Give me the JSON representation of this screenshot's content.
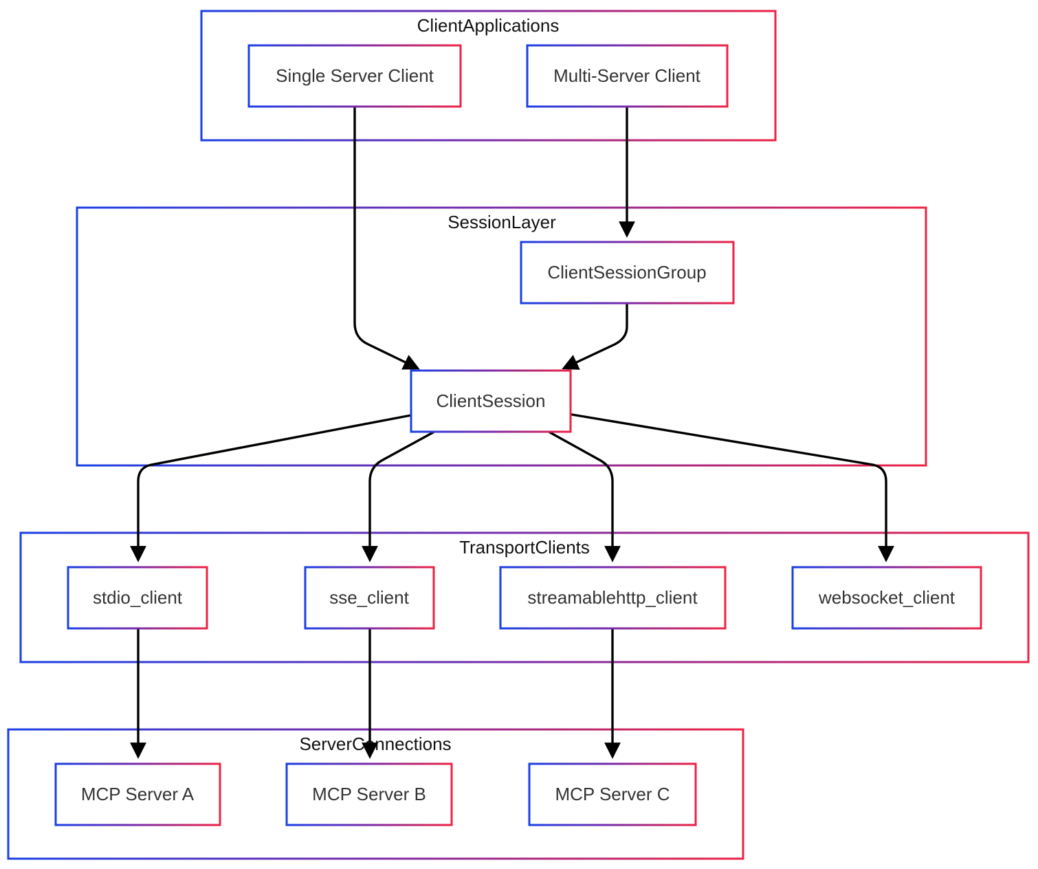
{
  "colors": {
    "border_start": "#1a3fe6",
    "border_mid": "#7a2aa8",
    "border_end": "#ee2244",
    "edge": "#000000",
    "group_title_text": "#111111",
    "node_text": "#333333",
    "background": "#ffffff"
  },
  "groups": {
    "client_applications": {
      "title": "ClientApplications"
    },
    "session_layer": {
      "title": "SessionLayer"
    },
    "transport_clients": {
      "title": "TransportClients"
    },
    "server_connections": {
      "title": "ServerConnections"
    }
  },
  "nodes": {
    "single_server_client": {
      "label": "Single Server Client"
    },
    "multi_server_client": {
      "label": "Multi-Server Client"
    },
    "client_session_group": {
      "label": "ClientSessionGroup"
    },
    "client_session": {
      "label": "ClientSession"
    },
    "stdio_client": {
      "label": "stdio_client"
    },
    "sse_client": {
      "label": "sse_client"
    },
    "streamablehttp_client": {
      "label": "streamablehttp_client"
    },
    "websocket_client": {
      "label": "websocket_client"
    },
    "mcp_server_a": {
      "label": "MCP Server A"
    },
    "mcp_server_b": {
      "label": "MCP Server B"
    },
    "mcp_server_c": {
      "label": "MCP Server C"
    }
  },
  "edges": [
    {
      "from": "single_server_client",
      "to": "client_session"
    },
    {
      "from": "multi_server_client",
      "to": "client_session_group"
    },
    {
      "from": "client_session_group",
      "to": "client_session"
    },
    {
      "from": "client_session",
      "to": "stdio_client"
    },
    {
      "from": "client_session",
      "to": "sse_client"
    },
    {
      "from": "client_session",
      "to": "streamablehttp_client"
    },
    {
      "from": "client_session",
      "to": "websocket_client"
    },
    {
      "from": "stdio_client",
      "to": "mcp_server_a"
    },
    {
      "from": "sse_client",
      "to": "mcp_server_b"
    },
    {
      "from": "streamablehttp_client",
      "to": "mcp_server_c"
    }
  ]
}
